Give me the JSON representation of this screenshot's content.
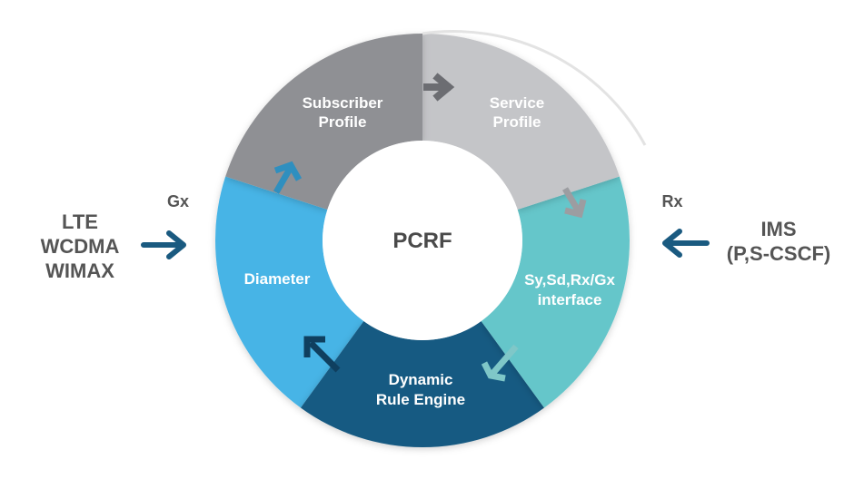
{
  "colors": {
    "subscriber": "#8f9094",
    "service": "#c4c5c8",
    "interface": "#65c6ca",
    "engine": "#185a82",
    "diameter": "#46b4e6",
    "side_arrow": "#1a5a80",
    "label_text": "#555555"
  },
  "center": {
    "label": "PCRF"
  },
  "segments": {
    "subscriber": {
      "line1": "Subscriber",
      "line2": "Profile"
    },
    "service": {
      "line1": "Service",
      "line2": "Profile"
    },
    "interface": {
      "line1": "Sy,Sd,Rx/Gx",
      "line2": "interface"
    },
    "engine": {
      "line1": "Dynamic",
      "line2": "Rule Engine"
    },
    "diameter": {
      "line1": "Diameter"
    }
  },
  "left": {
    "line1": "LTE",
    "line2": "WCDMA",
    "line3": "WIMAX",
    "interface_label": "Gx",
    "arrow_icon": "arrow-right-icon"
  },
  "right": {
    "line1": "IMS",
    "line2": "(P,S-CSCF)",
    "interface_label": "Rx",
    "arrow_icon": "arrow-left-icon"
  }
}
